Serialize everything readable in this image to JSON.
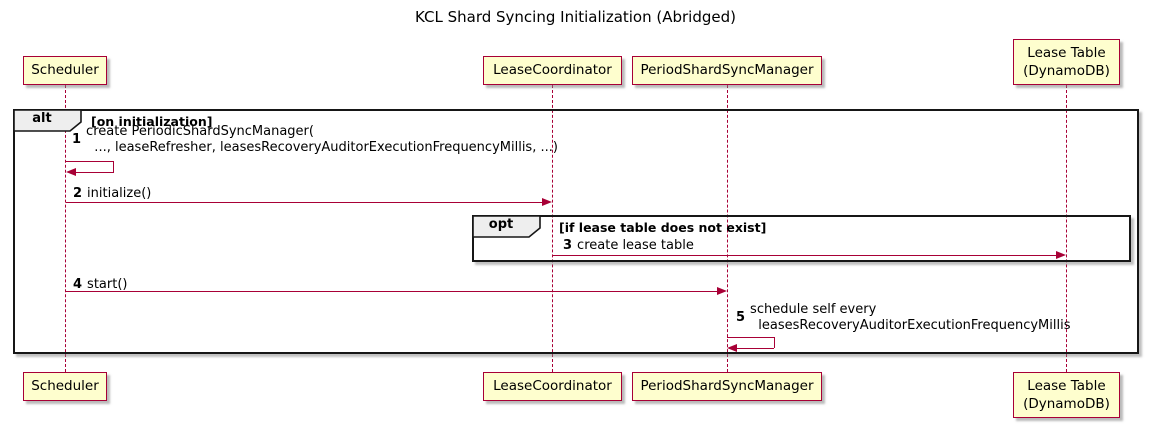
{
  "title": "KCL Shard Syncing Initialization (Abridged)",
  "colors": {
    "participant_fill": "#FEFECE",
    "stroke": "#A80036",
    "frame_border": "#161616",
    "frame_tab_fill": "#EEEEEE",
    "background": "#FFFFFF"
  },
  "participants": [
    {
      "id": "scheduler",
      "label": "Scheduler"
    },
    {
      "id": "lease-coordinator",
      "label": "LeaseCoordinator"
    },
    {
      "id": "period-shard-sync-manager",
      "label": "PeriodShardSyncManager"
    },
    {
      "id": "lease-table",
      "label": "Lease Table\n(DynamoDB)"
    }
  ],
  "frames": {
    "alt": {
      "operator": "alt",
      "condition": "[on initialization]"
    },
    "opt": {
      "operator": "opt",
      "condition": "[if lease table does not exist]"
    }
  },
  "messages": [
    {
      "number": "1",
      "text": "create PeriodicShardSyncManager(\n  ..., leaseRefresher, leasesRecoveryAuditorExecutionFrequencyMillis, ...)",
      "from": "Scheduler",
      "to": "Scheduler",
      "kind": "self"
    },
    {
      "number": "2",
      "text": "initialize()",
      "from": "Scheduler",
      "to": "LeaseCoordinator",
      "kind": "arrow"
    },
    {
      "number": "3",
      "text": "create lease table",
      "from": "LeaseCoordinator",
      "to": "Lease Table (DynamoDB)",
      "kind": "arrow"
    },
    {
      "number": "4",
      "text": "start()",
      "from": "Scheduler",
      "to": "PeriodShardSyncManager",
      "kind": "arrow"
    },
    {
      "number": "5",
      "text": "schedule self every\n  leasesRecoveryAuditorExecutionFrequencyMillis",
      "from": "PeriodShardSyncManager",
      "to": "PeriodShardSyncManager",
      "kind": "self"
    }
  ]
}
